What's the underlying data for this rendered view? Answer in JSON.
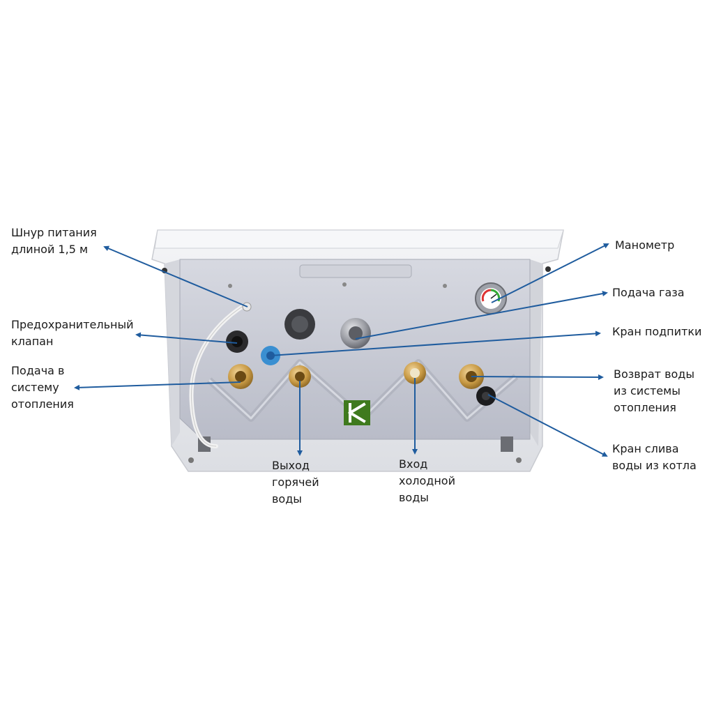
{
  "colors": {
    "arrow": "#1f5c9e",
    "panel": "#c9ccd6",
    "frame": "#e9eaee",
    "brass": "#c89a45",
    "logo": "#3f7a1e"
  },
  "logo": {
    "icon": "k-logo-icon"
  },
  "labels": {
    "power_cord": [
      "Шнур питания",
      "длиной 1,5 м"
    ],
    "safety_valve": [
      "Предохранительный",
      "клапан"
    ],
    "heating_supply": [
      "Подача в",
      "систему",
      "отопления"
    ],
    "pressure_gauge": [
      "Манометр"
    ],
    "gas_supply": [
      "Подача газа"
    ],
    "fill_valve": [
      "Кран подпитки"
    ],
    "heating_return": [
      "Возврат воды",
      "из системы",
      "отопления"
    ],
    "drain_valve": [
      "Кран слива",
      "воды из котла"
    ],
    "hot_water_out": [
      "Выход",
      "горячей",
      "воды"
    ],
    "cold_water_in": [
      "Вход",
      "холодной",
      "воды"
    ]
  }
}
